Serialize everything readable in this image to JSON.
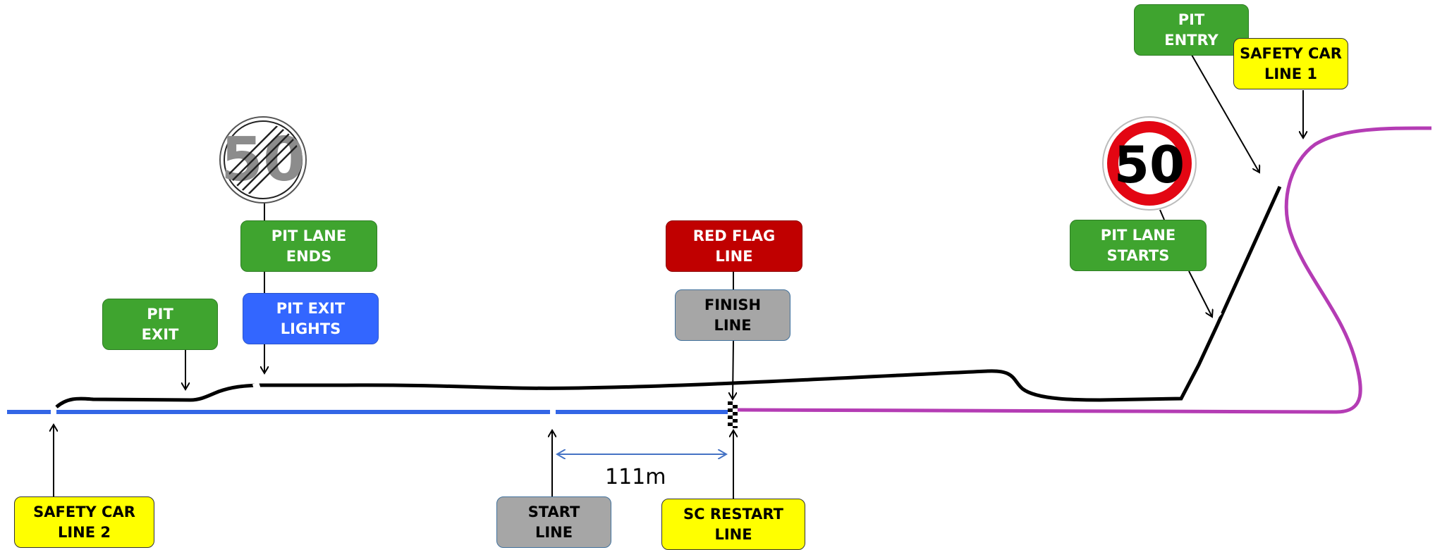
{
  "labels": {
    "pit_entry": "PIT\nENTRY",
    "safety_car_line_1": "SAFETY CAR\nLINE 1",
    "safety_car_line_2": "SAFETY CAR\nLINE 2",
    "pit_lane_ends": "PIT LANE\nENDS",
    "pit_exit": "PIT\nEXIT",
    "pit_exit_lights": "PIT EXIT\nLIGHTS",
    "red_flag_line": "RED FLAG\nLINE",
    "finish_line": "FINISH\nLINE",
    "pit_lane_starts": "PIT LANE\nSTARTS",
    "start_line": "START\nLINE",
    "sc_restart_line": "SC RESTART\nLINE"
  },
  "distance_label": "111m",
  "signs": {
    "speed_limit_end": "50",
    "speed_limit_start": "50"
  },
  "colors": {
    "track_blue": "#3366e6",
    "track_magenta": "#b43cb4",
    "pit_lane": "#000000",
    "label_green": "#3fa42f",
    "label_yellow": "#ffff00",
    "label_grey": "#a6a6a6",
    "label_blue": "#3366ff",
    "label_red": "#c00000",
    "sign_red": "#e30613"
  }
}
